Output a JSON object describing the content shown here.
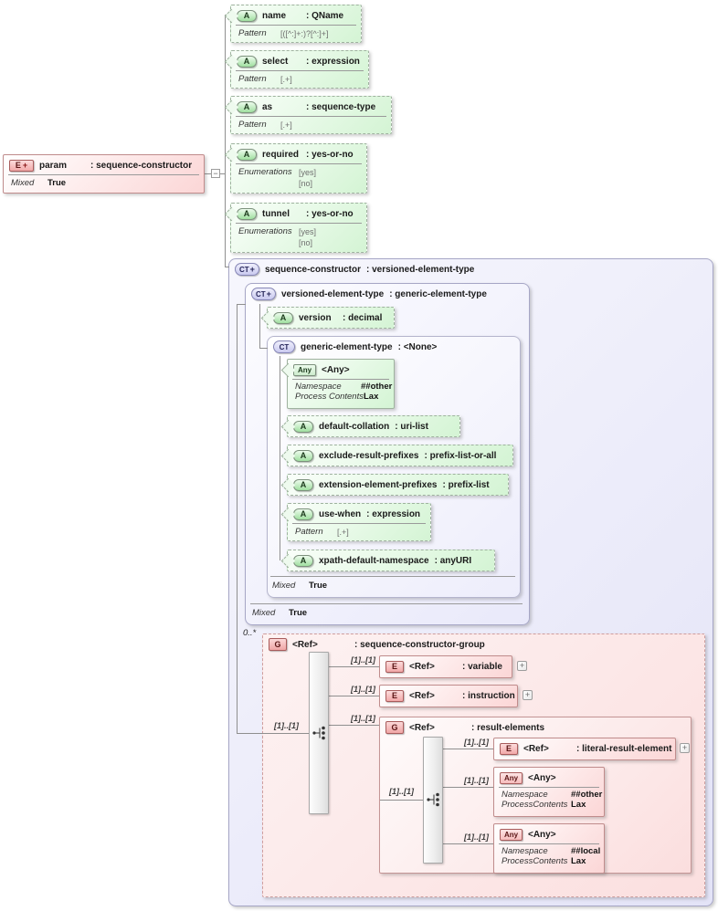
{
  "param": {
    "icon": "E",
    "icon_plus": "+",
    "name": "param",
    "type": ": sequence-constructor",
    "prop_label": "Mixed",
    "prop_value": "True"
  },
  "attrs": [
    {
      "icon": "A",
      "name": "name",
      "type": ": QName",
      "prop": "Pattern",
      "values": [
        "[([^:]+:)?[^:]+]"
      ]
    },
    {
      "icon": "A",
      "name": "select",
      "type": ": expression",
      "prop": "Pattern",
      "values": [
        "[.+]"
      ]
    },
    {
      "icon": "A",
      "name": "as",
      "type": ": sequence-type",
      "prop": "Pattern",
      "values": [
        "[.+]"
      ]
    },
    {
      "icon": "A",
      "name": "required",
      "type": ": yes-or-no",
      "prop": "Enumerations",
      "values": [
        "[yes]",
        "[no]"
      ]
    },
    {
      "icon": "A",
      "name": "tunnel",
      "type": ": yes-or-no",
      "prop": "Enumerations",
      "values": [
        "[yes]",
        "[no]"
      ]
    }
  ],
  "ct": {
    "icon": "CT",
    "icon_plus": "+",
    "name": "sequence-constructor",
    "type": ": versioned-element-type"
  },
  "vt": {
    "icon": "CT",
    "icon_plus": "+",
    "name": "versioned-element-type",
    "type": ": generic-element-type",
    "mixed_label": "Mixed",
    "mixed_value": "True"
  },
  "version_attr": {
    "icon": "A",
    "name": "version",
    "type": ": decimal"
  },
  "gt": {
    "icon": "CT",
    "name": "generic-element-type",
    "type": ": <None>",
    "mixed_label": "Mixed",
    "mixed_value": "True"
  },
  "gt_any": {
    "icon": "Any",
    "title": "<Any>",
    "rows": [
      {
        "label": "Namespace",
        "value": "##other"
      },
      {
        "label": "Process Contents",
        "value": "Lax"
      }
    ]
  },
  "gt_attrs": [
    {
      "icon": "A",
      "name": "default-collation",
      "type": ": uri-list"
    },
    {
      "icon": "A",
      "name": "exclude-result-prefixes",
      "type": ": prefix-list-or-all"
    },
    {
      "icon": "A",
      "name": "extension-element-prefixes",
      "type": ": prefix-list"
    },
    {
      "icon": "A",
      "name": "use-when",
      "type": ": expression",
      "prop": "Pattern",
      "values": [
        "[.+]"
      ]
    },
    {
      "icon": "A",
      "name": "xpath-default-namespace",
      "type": ": anyURI"
    }
  ],
  "grp": {
    "occurs": "0..*",
    "icon": "G",
    "name": "<Ref>",
    "type": ": sequence-constructor-group",
    "card": "[1]..[1]"
  },
  "variable": {
    "icon": "E",
    "name": "<Ref>",
    "type": ": variable",
    "card": "[1]..[1]",
    "expand": "+"
  },
  "instruction": {
    "icon": "E",
    "name": "<Ref>",
    "type": ": instruction",
    "card": "[1]..[1]",
    "expand": "+"
  },
  "re": {
    "icon": "G",
    "name": "<Ref>",
    "type": ": result-elements",
    "card": "[1]..[1]"
  },
  "literal": {
    "icon": "E",
    "name": "<Ref>",
    "type": ": literal-result-element",
    "card": "[1]..[1]",
    "expand": "+"
  },
  "re_any_other": {
    "icon": "Any",
    "title": "<Any>",
    "card": "[1]..[1]",
    "rows": [
      {
        "label": "Namespace",
        "value": "##other"
      },
      {
        "label": "ProcessContents",
        "value": "Lax"
      }
    ]
  },
  "re_any_local": {
    "icon": "Any",
    "title": "<Any>",
    "card": "[1]..[1]",
    "rows": [
      {
        "label": "Namespace",
        "value": "##local"
      },
      {
        "label": "ProcessContents",
        "value": "Lax"
      }
    ]
  },
  "ui": {
    "collapse": "−"
  },
  "colors": {
    "attribute_green": "#bfe6bf",
    "element_pink": "#f2b0b0",
    "complextype_purple": "#c9c9ef"
  }
}
